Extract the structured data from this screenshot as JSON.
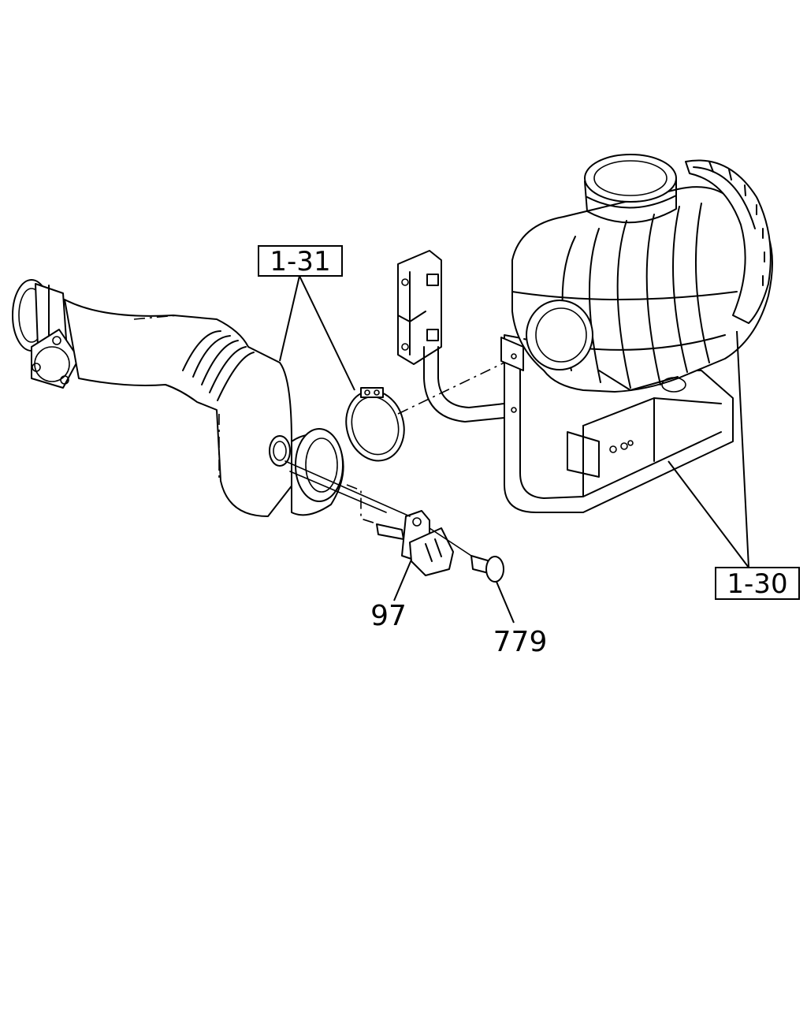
{
  "callouts": {
    "intake_hose_group": "1-31",
    "air_cleaner_group": "1-30"
  },
  "parts": {
    "sensor": "97",
    "screw": "779"
  }
}
